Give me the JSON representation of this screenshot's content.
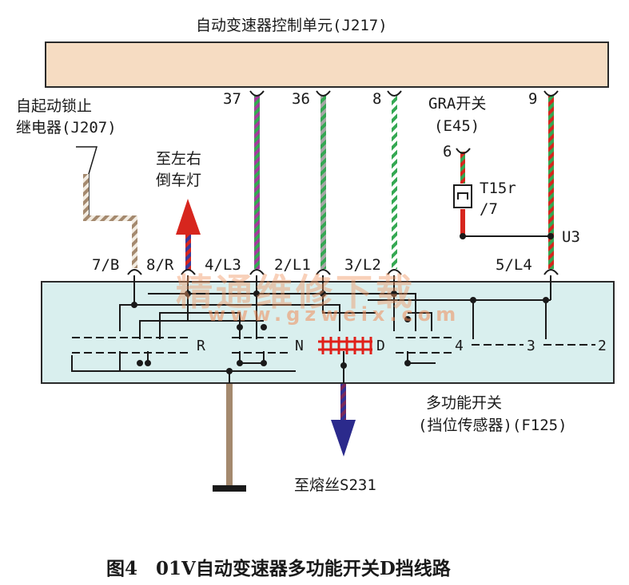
{
  "top_title": "自动变速器控制单元(J217)",
  "relay_label_line1": "自起动锁止",
  "relay_label_line2": "继电器(J207)",
  "reverse_label_line1": "至左右",
  "reverse_label_line2": "倒车灯",
  "gra_label_line1": "GRA开关",
  "gra_label_line2": "(E45)",
  "gra_pin": "6",
  "connector_line1": "T15r",
  "connector_line2": "/7",
  "splice_label": "U3",
  "ecu_pins": [
    "37",
    "36",
    "8",
    "9"
  ],
  "switch_pins": [
    "7/B",
    "8/R",
    "4/L3",
    "2/L1",
    "3/L2",
    "5/L4"
  ],
  "positions": [
    "R",
    "N",
    "D",
    "4",
    "3",
    "2"
  ],
  "switch_label_line1": "多功能开关",
  "switch_label_line2": "(挡位传感器)(F125)",
  "fuse_label": "至熔丝S231",
  "watermark_cn": "精通维修下载",
  "watermark_url": "www.gzweix.com",
  "caption": "图4　01V自动变速器多功能开关D挡线路",
  "colors": {
    "ecu_fill": "#f6dcc2",
    "switch_fill": "#d9efee",
    "wire_red": "#d7261e",
    "wire_green": "#34a852",
    "wire_violet": "#a33b9c",
    "wire_grey": "#9a9a9a",
    "wire_brown": "#a4896e",
    "wire_blue": "#2b2a8c",
    "highlight": "#e0201a"
  }
}
